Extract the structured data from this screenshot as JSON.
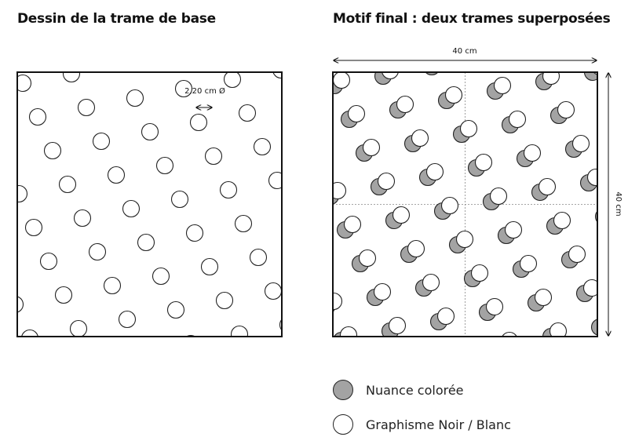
{
  "titles": {
    "left": "Dessin de la trame de base",
    "right": "Motif final : deux trames superposées"
  },
  "annotations": {
    "diameter": "2,20 cm Ø",
    "width": "40 cm",
    "height": "40 cm"
  },
  "legend": {
    "colored": "Nuance colorée",
    "bw": "Graphisme Noir / Blanc"
  },
  "colors": {
    "colored_fill": "#a3a3a3",
    "bw_fill": "#ffffff",
    "stroke": "#222222"
  }
}
